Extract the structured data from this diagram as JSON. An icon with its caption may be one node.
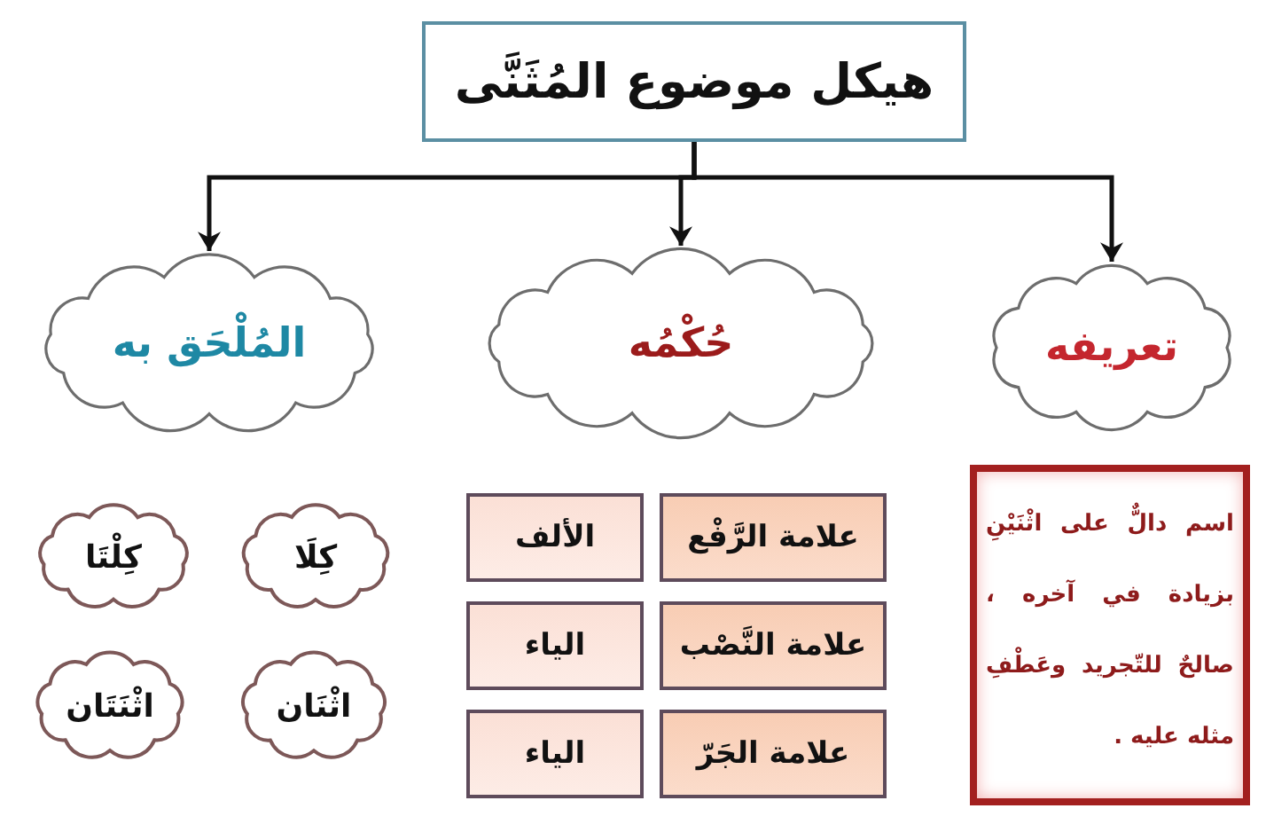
{
  "diagram": {
    "nodes": [
      {
        "text": [
          "هيكل موضوع المُثَنَّى"
        ]
      },
      {
        "text": [
          "تعريفه"
        ]
      },
      {
        "text": [
          "حُكْمُه"
        ]
      },
      {
        "text": [
          "المُلْحَق به"
        ]
      },
      {
        "text": [
          "اسم دالٌّ على اثْنَيْنِ بزيادة في آخره ، صالحٌ للتّجريد وعَطْفِ مثله عليه ."
        ]
      },
      {
        "text": [
          "علامة الرَّفْع"
        ]
      },
      {
        "text": [
          "الألف"
        ]
      },
      {
        "text": [
          "علامة النَّصْب"
        ]
      },
      {
        "text": [
          "الياء"
        ]
      },
      {
        "text": [
          "علامة الجَرّ"
        ]
      },
      {
        "text": [
          "الياء"
        ]
      },
      {
        "text": [
          "كِلَا"
        ]
      },
      {
        "text": [
          "كِلْتَا"
        ]
      },
      {
        "text": [
          "اثْنَان"
        ]
      },
      {
        "text": [
          "اثْنَتَان"
        ]
      }
    ],
    "edges": [
      {
        "from": 0,
        "to": 1,
        "arrow": "to"
      },
      {
        "from": 0,
        "to": 2,
        "arrow": "to"
      },
      {
        "from": 0,
        "to": 3,
        "arrow": "to"
      }
    ]
  }
}
